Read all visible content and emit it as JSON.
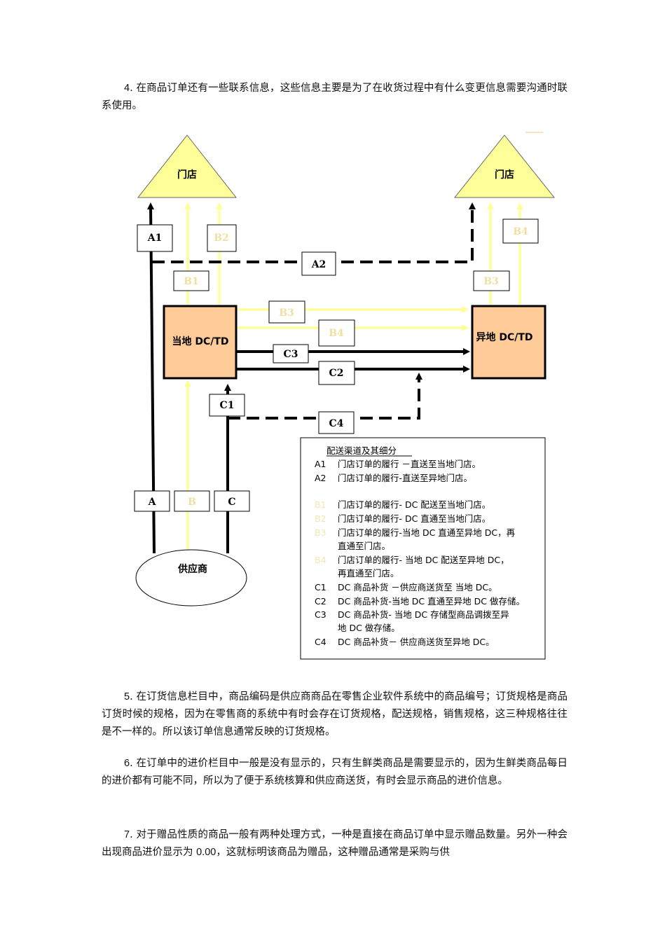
{
  "paragraphs": {
    "p4_num": "4",
    "p4_text": ". 在商品订单还有一些联系信息，这些信息主要是为了在收货过程中有什么变更信息需要沟通时联系使用。",
    "p5_num": "5",
    "p5_text": ". 在订货信息栏目中，商品编码是供应商商品在零售企业软件系统中的商品编号；订货规格是商品订货时候的规格，因为在零售商的系统中有时会存在订货规格，配送规格，销售规格，这三种规格往往是不一样的。所以该订单信息通常反映的订货规格。",
    "p6_num": "6",
    "p6_text": ". 在订单中的进价栏目中一般是没有显示的，只有生鲜类商品是需要显示的，因为生鲜类商品每日的进价都有可能不同，所以为了便于系统核算和供应商送货，有时会显示商品的进价信息。",
    "p7_num": "7",
    "p7_text_a": ". 对于赠品性质的商品一般有两种处理方式，一种是直接在商品订单中显示赠品数量。另外一种会出现商品进价显示为 ",
    "p7_value": "0.00",
    "p7_text_b": "，这就标明该商品为赠品，这种赠品通常是采购与供"
  },
  "diagram": {
    "store_left": "门店",
    "store_right": "门店",
    "dc_local": "当地 DC/TD",
    "dc_remote": "异地 DC/TD",
    "supplier": "供应商",
    "labels": {
      "A1": "A1",
      "A2": "A2",
      "B1": "B1",
      "B2": "B2",
      "B3": "B3",
      "B4": "B4",
      "B3m": "B3",
      "B4m": "B4",
      "C1": "C1",
      "C2": "C2",
      "C3": "C3",
      "C4": "C4",
      "A": "A",
      "B": "B",
      "C": "C"
    },
    "legend": {
      "title": "配送渠道及其细分",
      "rows": [
        {
          "code": "A1",
          "text": "门店订单的履行 －直送至当地门店。",
          "color": "black"
        },
        {
          "code": "A2",
          "text": "门店订单的履行-直送至异地门店。",
          "color": "black"
        },
        {
          "code": "B1",
          "text": "门店订单的履行- DC 配送至当地门店。",
          "color": "yellow"
        },
        {
          "code": "B2",
          "text": "门店订单的履行- DC 直通至当地门店。",
          "color": "yellow"
        },
        {
          "code": "B3",
          "text": "门店订单的履行-当地 DC 直通至异地 DC，再",
          "text2": "直通至门店。",
          "color": "yellow"
        },
        {
          "code": "B4",
          "text": "门店订单的履行- 当地 DC 配送至异地 DC，",
          "text2": "再直通至门店。",
          "color": "yellow"
        },
        {
          "code": "C1",
          "text": "DC 商品补货 －供应商送货至 当地 DC。",
          "color": "black"
        },
        {
          "code": "C2",
          "text": "DC 商品补货-当地 DC 直通至异地 DC 做存储。",
          "color": "black"
        },
        {
          "code": "C3",
          "text": "DC 商品补货- 当地 DC 存储型商品调拨至异",
          "text2": "地 DC 做存储。",
          "color": "black"
        },
        {
          "code": "C4",
          "text": "DC 商品补货－ 供应商送货至异地 DC。",
          "color": "black"
        }
      ]
    },
    "colors": {
      "yellow_line": "#ffff99",
      "dc_fill": "#ffcc99",
      "store_fill": "#ffff99"
    }
  }
}
